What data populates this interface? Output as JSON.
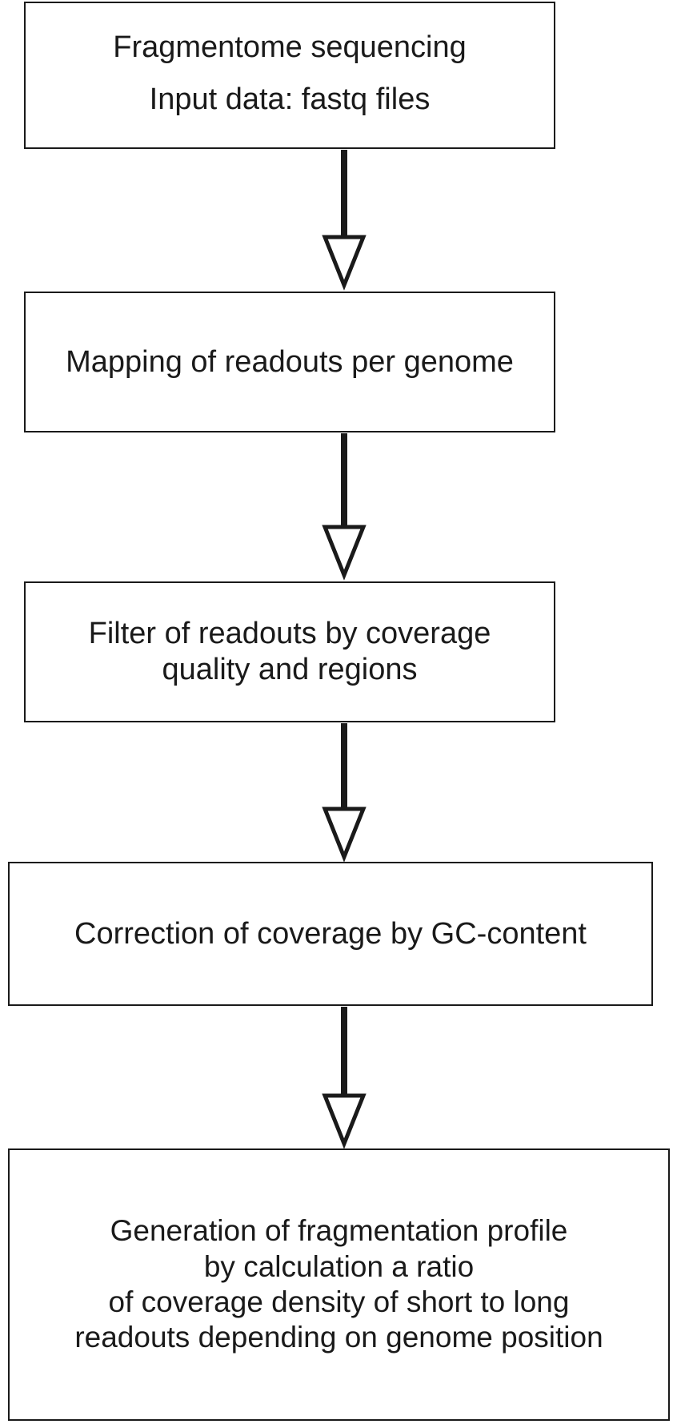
{
  "flowchart": {
    "steps": [
      {
        "lines": [
          "Fragmentome sequencing",
          "Input data: fastq files"
        ]
      },
      {
        "lines": [
          "Mapping of readouts per genome"
        ]
      },
      {
        "lines": [
          "Filter of readouts by coverage",
          "quality and regions"
        ]
      },
      {
        "lines": [
          "Correction of coverage by GC-content"
        ]
      },
      {
        "lines": [
          "Generation of fragmentation profile",
          "by calculation a ratio",
          "of coverage density of short to long",
          "readouts depending on genome position"
        ]
      }
    ],
    "colors": {
      "stroke": "#1a1a1a",
      "background": "#ffffff"
    }
  }
}
